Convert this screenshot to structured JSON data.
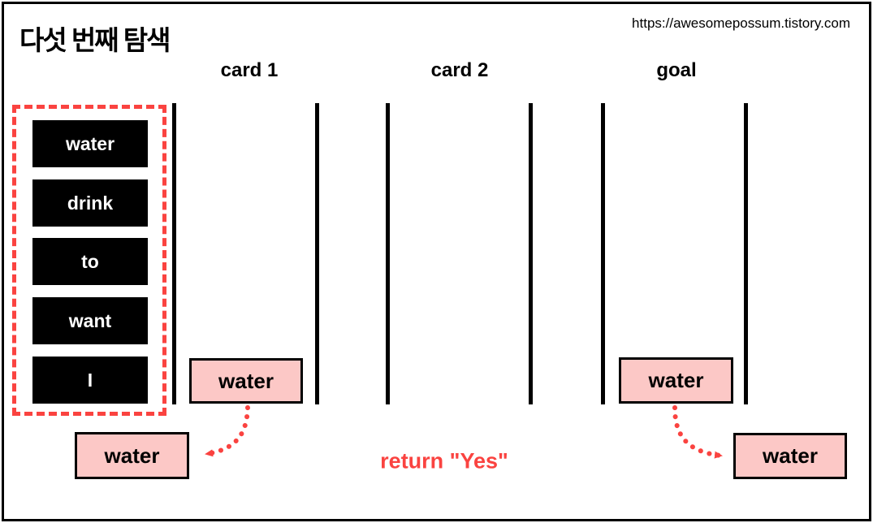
{
  "page": {
    "title": "다섯 번째 탐색",
    "url": "https://awesomepossum.tistory.com"
  },
  "columns": {
    "card1": "card 1",
    "card2": "card 2",
    "goal": "goal"
  },
  "word_stack": {
    "items": [
      "water",
      "drink",
      "to",
      "want",
      "I"
    ]
  },
  "cards": {
    "card1_top": "water",
    "goal_top": "water",
    "card1_drawn": "water",
    "goal_drawn": "water"
  },
  "result": {
    "text": "return \"Yes\""
  },
  "icons": {
    "left_arrow": "dotted-curved-arrow-left",
    "right_arrow": "dotted-curved-arrow-right"
  },
  "colors": {
    "accent_red": "#fa4340",
    "card_pink": "#fcc8c6",
    "box_black": "#000000",
    "background": "#ffffff"
  }
}
